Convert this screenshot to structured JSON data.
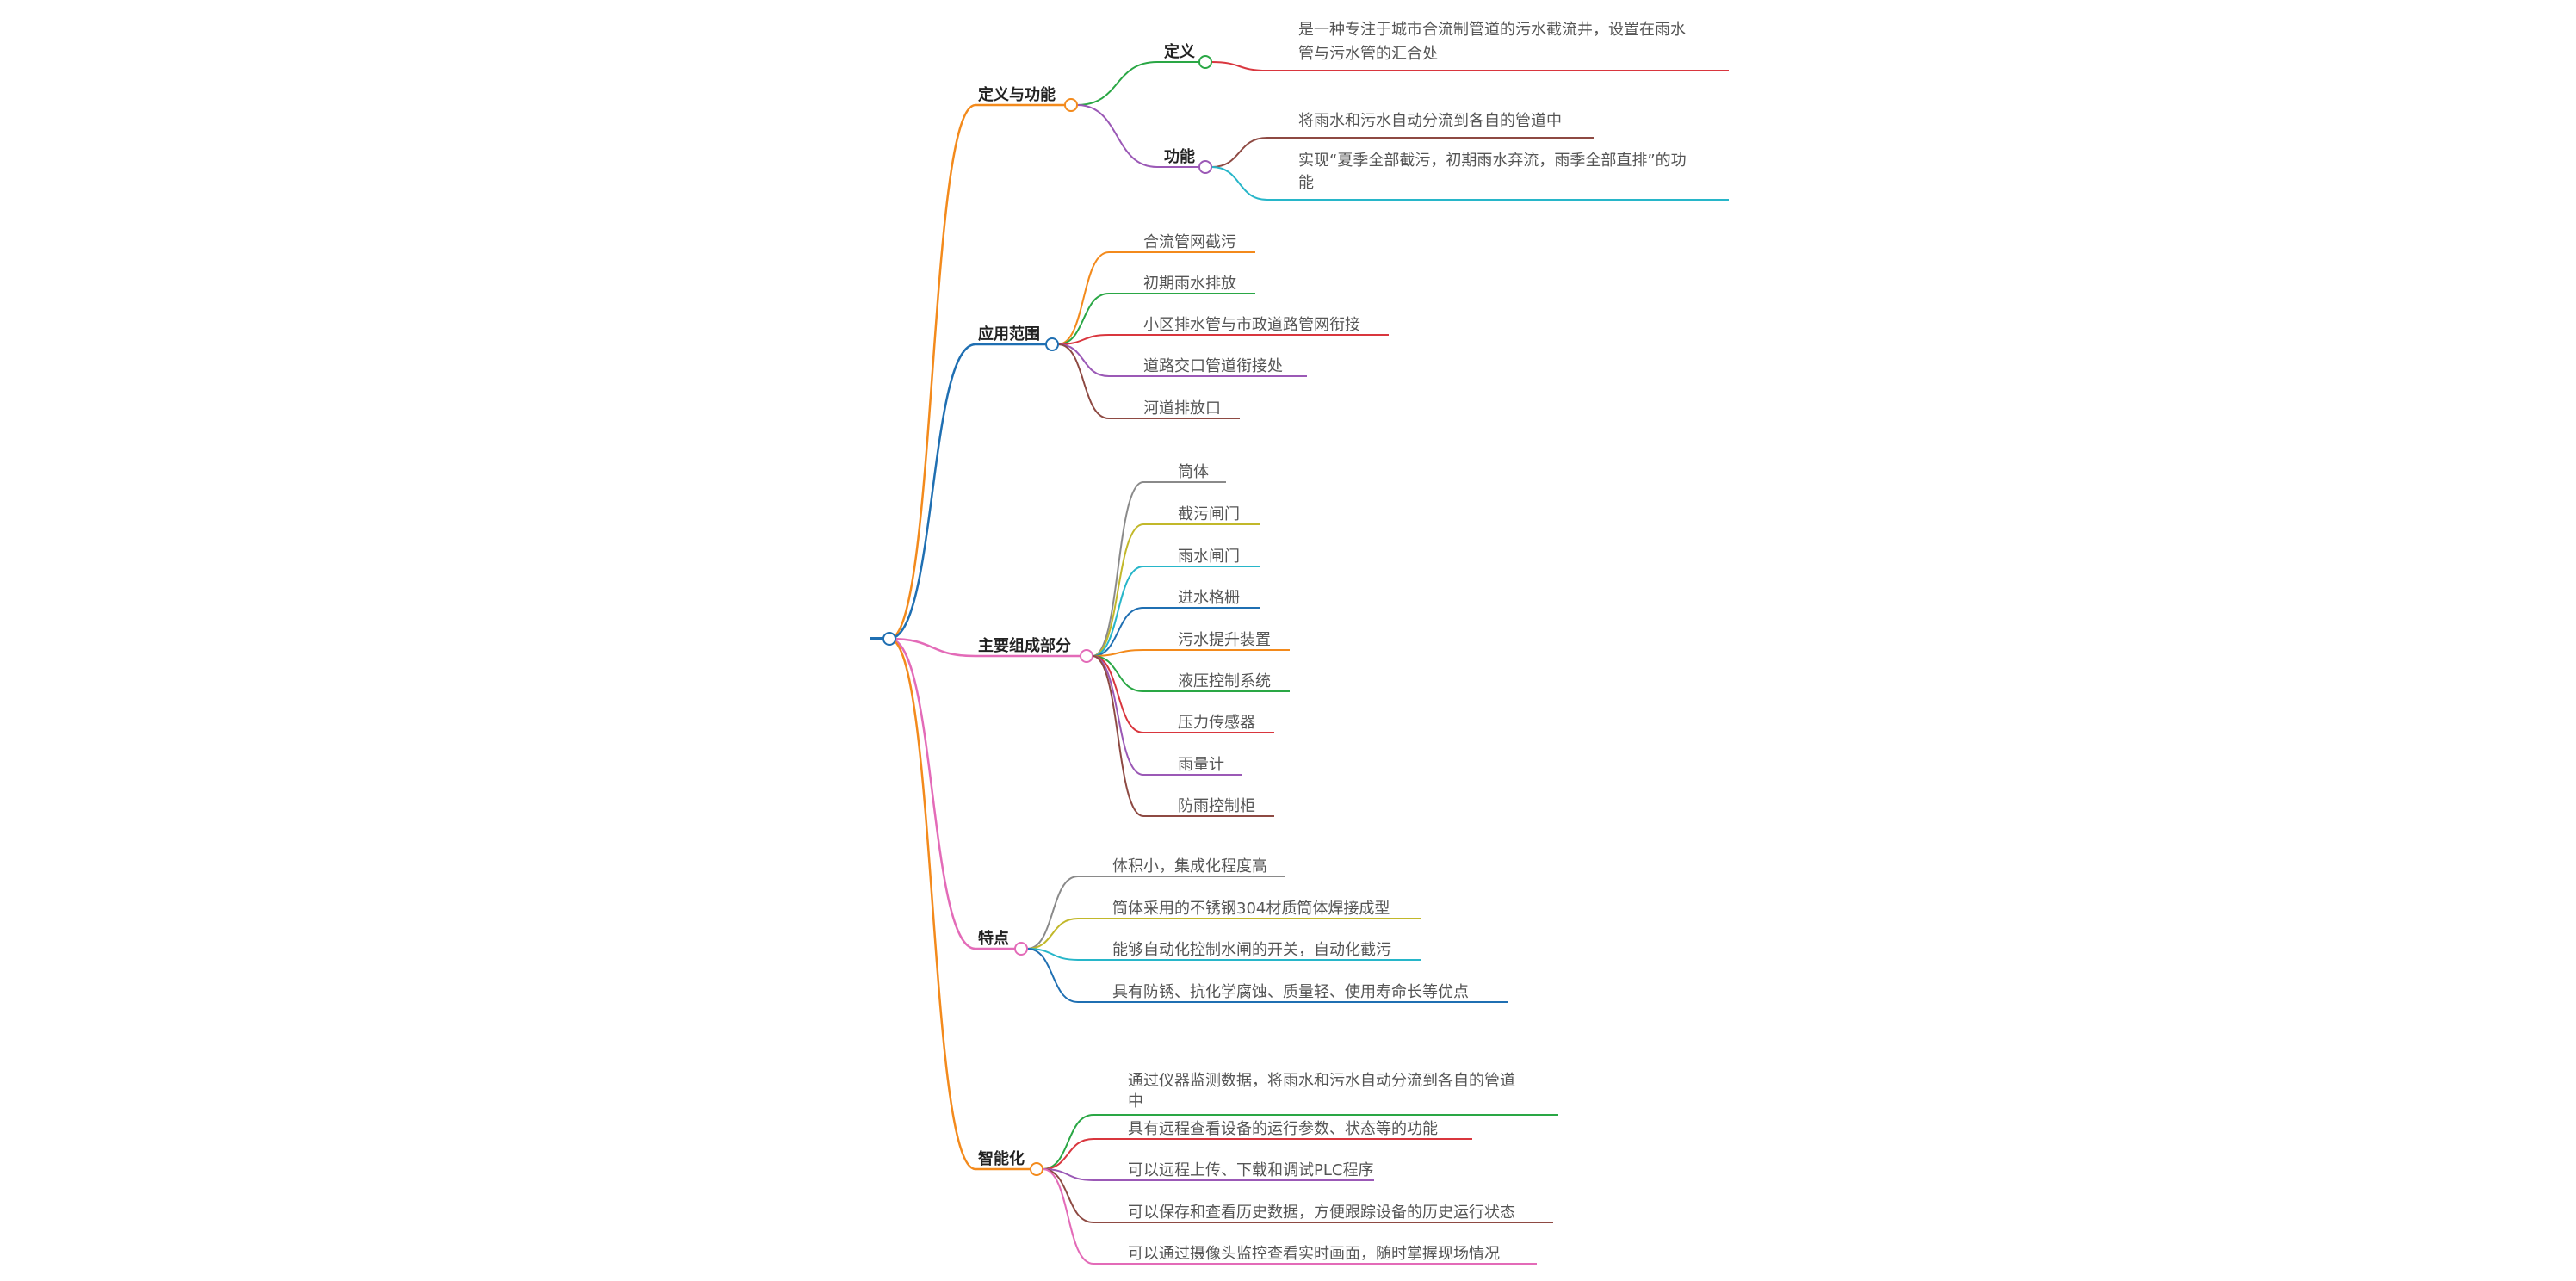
{
  "mindmap": {
    "root": {
      "label": ""
    },
    "branches": [
      {
        "label": "定义与功能",
        "color": "#F38A1C",
        "children": [
          {
            "label": "定义",
            "color": "#2AA745",
            "children": [
              {
                "lines": [
                  "是一种专注于城市合流制管道的污水截流井，设置在雨水",
                  "管与污水管的汇合处"
                ],
                "color": "#D9363E"
              }
            ]
          },
          {
            "label": "功能",
            "color": "#9B59B6",
            "children": [
              {
                "lines": [
                  "将雨水和污水自动分流到各自的管道中"
                ],
                "color": "#8E4A43"
              },
              {
                "lines": [
                  "实现“夏季全部截污，初期雨水弃流，雨季全部直排”的功",
                  "能"
                ],
                "color": "#27B6C9"
              }
            ]
          }
        ]
      },
      {
        "label": "应用范围",
        "color": "#1F6FB2",
        "leaves": [
          {
            "lines": [
              "合流管网截污"
            ],
            "color": "#F38A1C"
          },
          {
            "lines": [
              "初期雨水排放"
            ],
            "color": "#2AA745"
          },
          {
            "lines": [
              "小区排水管与市政道路管网衔接"
            ],
            "color": "#D9363E"
          },
          {
            "lines": [
              "道路交口管道衔接处"
            ],
            "color": "#9B59B6"
          },
          {
            "lines": [
              "河道排放口"
            ],
            "color": "#8E4A43"
          }
        ]
      },
      {
        "label": "主要组成部分",
        "color": "#E36BB8",
        "leaves": [
          {
            "lines": [
              "筒体"
            ],
            "color": "#8A8A8A"
          },
          {
            "lines": [
              "截污闸门"
            ],
            "color": "#C2B82A"
          },
          {
            "lines": [
              "雨水闸门"
            ],
            "color": "#27B6C9"
          },
          {
            "lines": [
              "进水格栅"
            ],
            "color": "#1F6FB2"
          },
          {
            "lines": [
              "污水提升装置"
            ],
            "color": "#F38A1C"
          },
          {
            "lines": [
              "液压控制系统"
            ],
            "color": "#2AA745"
          },
          {
            "lines": [
              "压力传感器"
            ],
            "color": "#D9363E"
          },
          {
            "lines": [
              "雨量计"
            ],
            "color": "#9B59B6"
          },
          {
            "lines": [
              "防雨控制柜"
            ],
            "color": "#8E4A43"
          }
        ]
      },
      {
        "label": "特点",
        "color": "#E36BB8",
        "leaves": [
          {
            "lines": [
              "体积小，集成化程度高"
            ],
            "color": "#8A8A8A"
          },
          {
            "lines": [
              "筒体采用的不锈钢304材质筒体焊接成型"
            ],
            "color": "#C2B82A"
          },
          {
            "lines": [
              "能够自动化控制水闸的开关，自动化截污"
            ],
            "color": "#27B6C9"
          },
          {
            "lines": [
              "具有防锈、抗化学腐蚀、质量轻、使用寿命长等优点"
            ],
            "color": "#1F6FB2"
          }
        ]
      },
      {
        "label": "智能化",
        "color": "#F38A1C",
        "leaves": [
          {
            "lines": [
              "通过仪器监测数据，将雨水和污水自动分流到各自的管道",
              "中"
            ],
            "color": "#2AA745"
          },
          {
            "lines": [
              "具有远程查看设备的运行参数、状态等的功能"
            ],
            "color": "#D9363E"
          },
          {
            "lines": [
              "可以远程上传、下载和调试PLC程序"
            ],
            "color": "#9B59B6"
          },
          {
            "lines": [
              "可以保存和查看历史数据，方便跟踪设备的历史运行状态"
            ],
            "color": "#8E4A43"
          },
          {
            "lines": [
              "可以通过摄像头监控查看实时画面，随时掌握现场情况"
            ],
            "color": "#E36BB8"
          }
        ]
      }
    ]
  }
}
